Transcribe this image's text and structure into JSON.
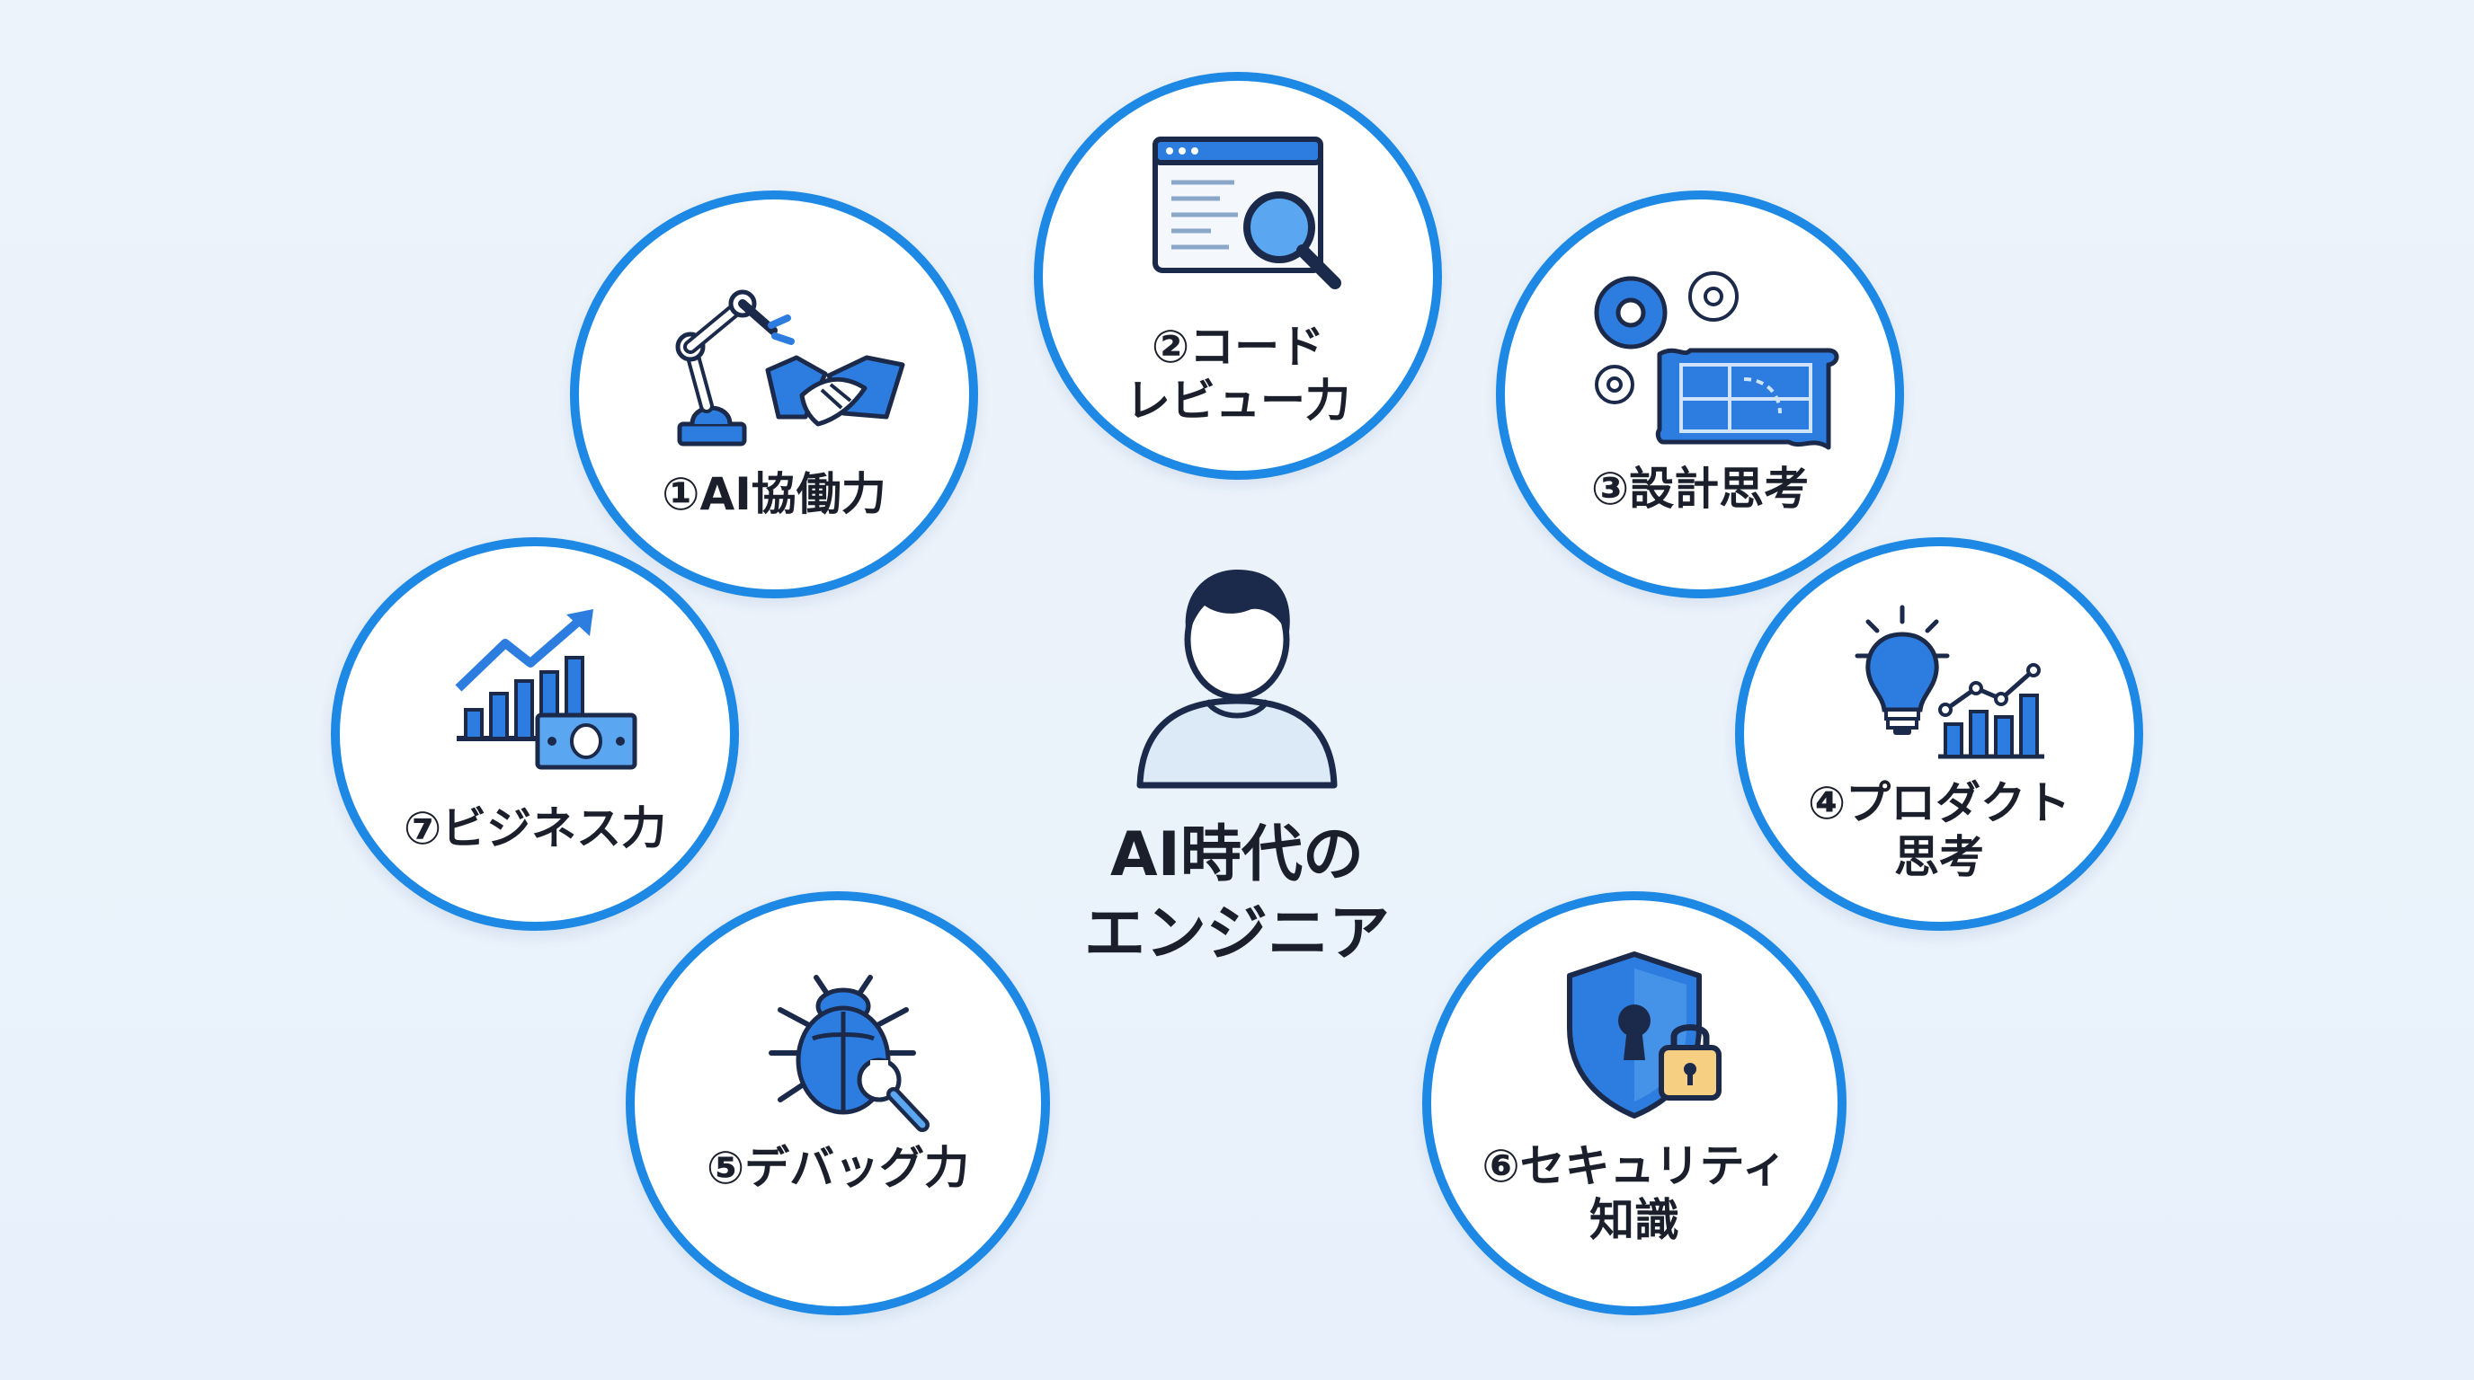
{
  "diagram": {
    "center": {
      "line1": "AI時代の",
      "line2": "エンジニア",
      "icon": "person-icon"
    },
    "skills": [
      {
        "id": "ai-collab",
        "label": "①AI協働力",
        "icon": "robot-arm-handshake-icon"
      },
      {
        "id": "code-review",
        "line1": "②コード",
        "line2": "レビュー力",
        "icon": "code-magnifier-icon"
      },
      {
        "id": "design-thinking",
        "label": "③設計思考",
        "icon": "gears-blueprint-icon"
      },
      {
        "id": "product-thinking",
        "line1": "④プロダクト",
        "line2": "思考",
        "icon": "lightbulb-chart-icon"
      },
      {
        "id": "debugging",
        "label": "⑤デバッグ力",
        "icon": "bug-wrench-icon"
      },
      {
        "id": "security",
        "line1": "⑥セキュリティ",
        "line2": "知識",
        "icon": "shield-lock-icon"
      },
      {
        "id": "business",
        "label": "⑦ビジネス力",
        "icon": "growth-chart-money-icon"
      }
    ],
    "colors": {
      "accent": "#1e88e5",
      "text": "#1a1f2b",
      "background": "#edf3fa",
      "icon_fill": "#2d7de0",
      "icon_stroke": "#1b2a4a"
    }
  }
}
